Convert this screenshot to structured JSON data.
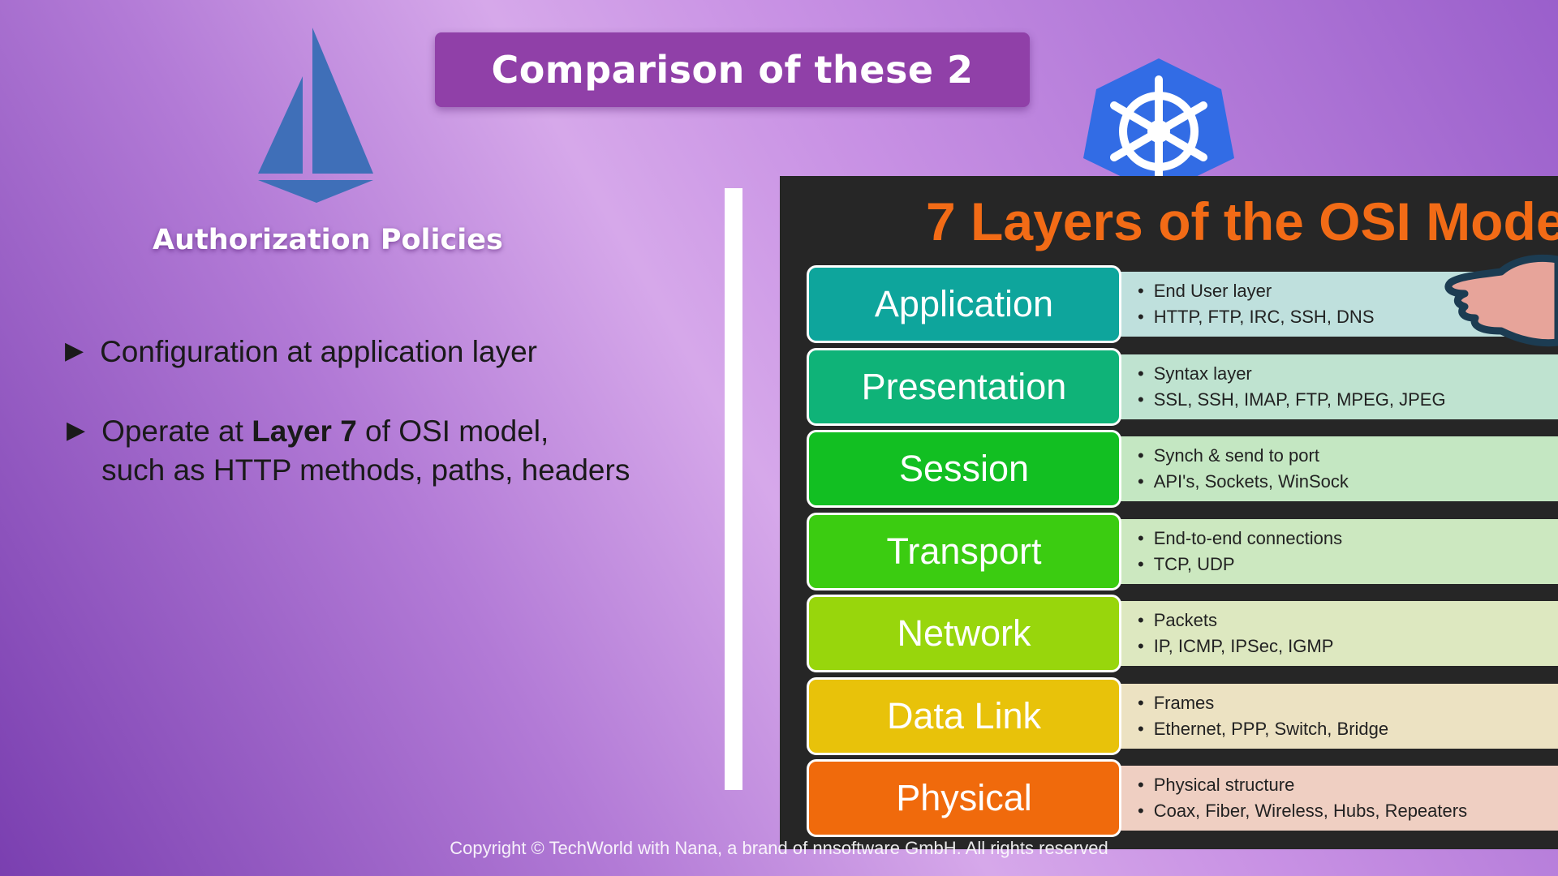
{
  "slide": {
    "title": "Comparison of these 2",
    "left_heading": "Authorization Policies",
    "bullet1": "Configuration at application layer",
    "bullet2_pre": "Operate at ",
    "bullet2_bold": "Layer 7",
    "bullet2_post": " of OSI model,",
    "bullet2_line2": "such as HTTP methods, paths, headers",
    "bullet_icon": "triangle-right-icon",
    "copyright": "Copyright © TechWorld with Nana, a brand of nnsoftware GmbH. All rights reserved"
  },
  "osi": {
    "title": "7 Layers of the OSI Mode",
    "layers": [
      {
        "name": "Application",
        "color": "#0ea59c",
        "desc_bg": "#bfe0dd",
        "items": [
          "End User layer",
          "HTTP, FTP, IRC, SSH, DNS"
        ]
      },
      {
        "name": "Presentation",
        "color": "#0fb378",
        "desc_bg": "#bfe3d0",
        "items": [
          "Syntax layer",
          "SSL, SSH, IMAP, FTP, MPEG, JPEG"
        ]
      },
      {
        "name": "Session",
        "color": "#12bf22",
        "desc_bg": "#c4e7c2",
        "items": [
          "Synch & send to port",
          "API's, Sockets, WinSock"
        ]
      },
      {
        "name": "Transport",
        "color": "#3bcc11",
        "desc_bg": "#cce8c0",
        "items": [
          "End-to-end connections",
          "TCP, UDP"
        ]
      },
      {
        "name": "Network",
        "color": "#98d60c",
        "desc_bg": "#dde8c0",
        "items": [
          "Packets",
          "IP, ICMP, IPSec, IGMP"
        ]
      },
      {
        "name": "Data Link",
        "color": "#e8c20a",
        "desc_bg": "#ece2c2",
        "items": [
          "Frames",
          "Ethernet, PPP, Switch, Bridge"
        ]
      },
      {
        "name": "Physical",
        "color": "#f06a0c",
        "desc_bg": "#efcfc2",
        "items": [
          "Physical structure",
          "Coax, Fiber, Wireless, Hubs, Repeaters"
        ]
      }
    ]
  },
  "icons": {
    "istio": "istio-sail-logo-icon",
    "kubernetes": "kubernetes-helm-logo-icon",
    "hand": "pointing-hand-icon"
  },
  "colors": {
    "title_banner": "#9040a8",
    "osi_title": "#f26b16",
    "osi_panel": "#262626",
    "istio_blue": "#3f6fb8",
    "k8s_blue": "#326ce5"
  }
}
